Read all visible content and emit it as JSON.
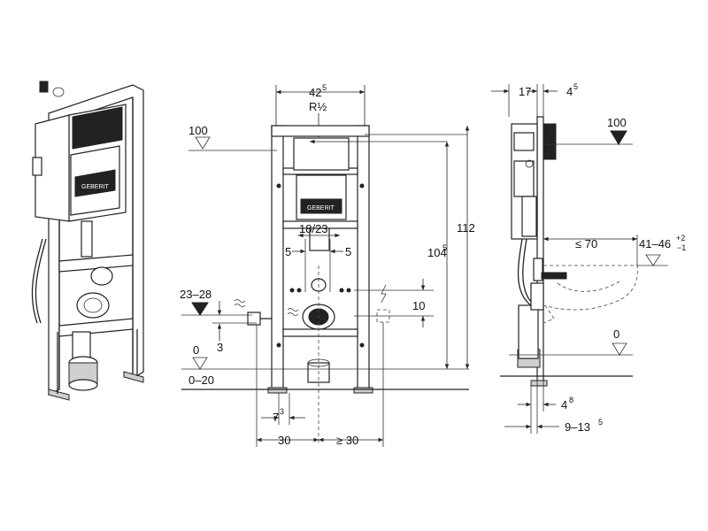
{
  "front": {
    "width_top": {
      "main": "42",
      "sup": "5"
    },
    "connection": "R½",
    "height_total": "112",
    "height_inner": {
      "main": "104",
      "sup": "5"
    },
    "flush_spacing": "18/23",
    "offset_left": "5",
    "offset_right": "5",
    "level_top": "100",
    "level_pipe": "23–28",
    "pipe_gap": "3",
    "level_floor": "0",
    "floor_range": "0–20",
    "electric_height": "10",
    "pos_a": {
      "main": "7",
      "sup": "3"
    },
    "dist_left": "30",
    "dist_right": "≥ 30"
  },
  "side": {
    "depth_top": "17",
    "depth_right": {
      "main": "4",
      "sup": "5"
    },
    "level_top": "100",
    "bowl_reach": "≤ 70",
    "bowl_height": {
      "main": "41–46",
      "sup": "+2",
      "sub": "−1"
    },
    "level_floor": "0",
    "foot": {
      "main": "4",
      "sup": "8"
    },
    "wall_range": {
      "main": "9–13",
      "sup": "5"
    }
  },
  "brand": "GEBERIT",
  "colors": {
    "line": "#222222",
    "fill": "#cfcfcf",
    "background": "#ffffff"
  }
}
